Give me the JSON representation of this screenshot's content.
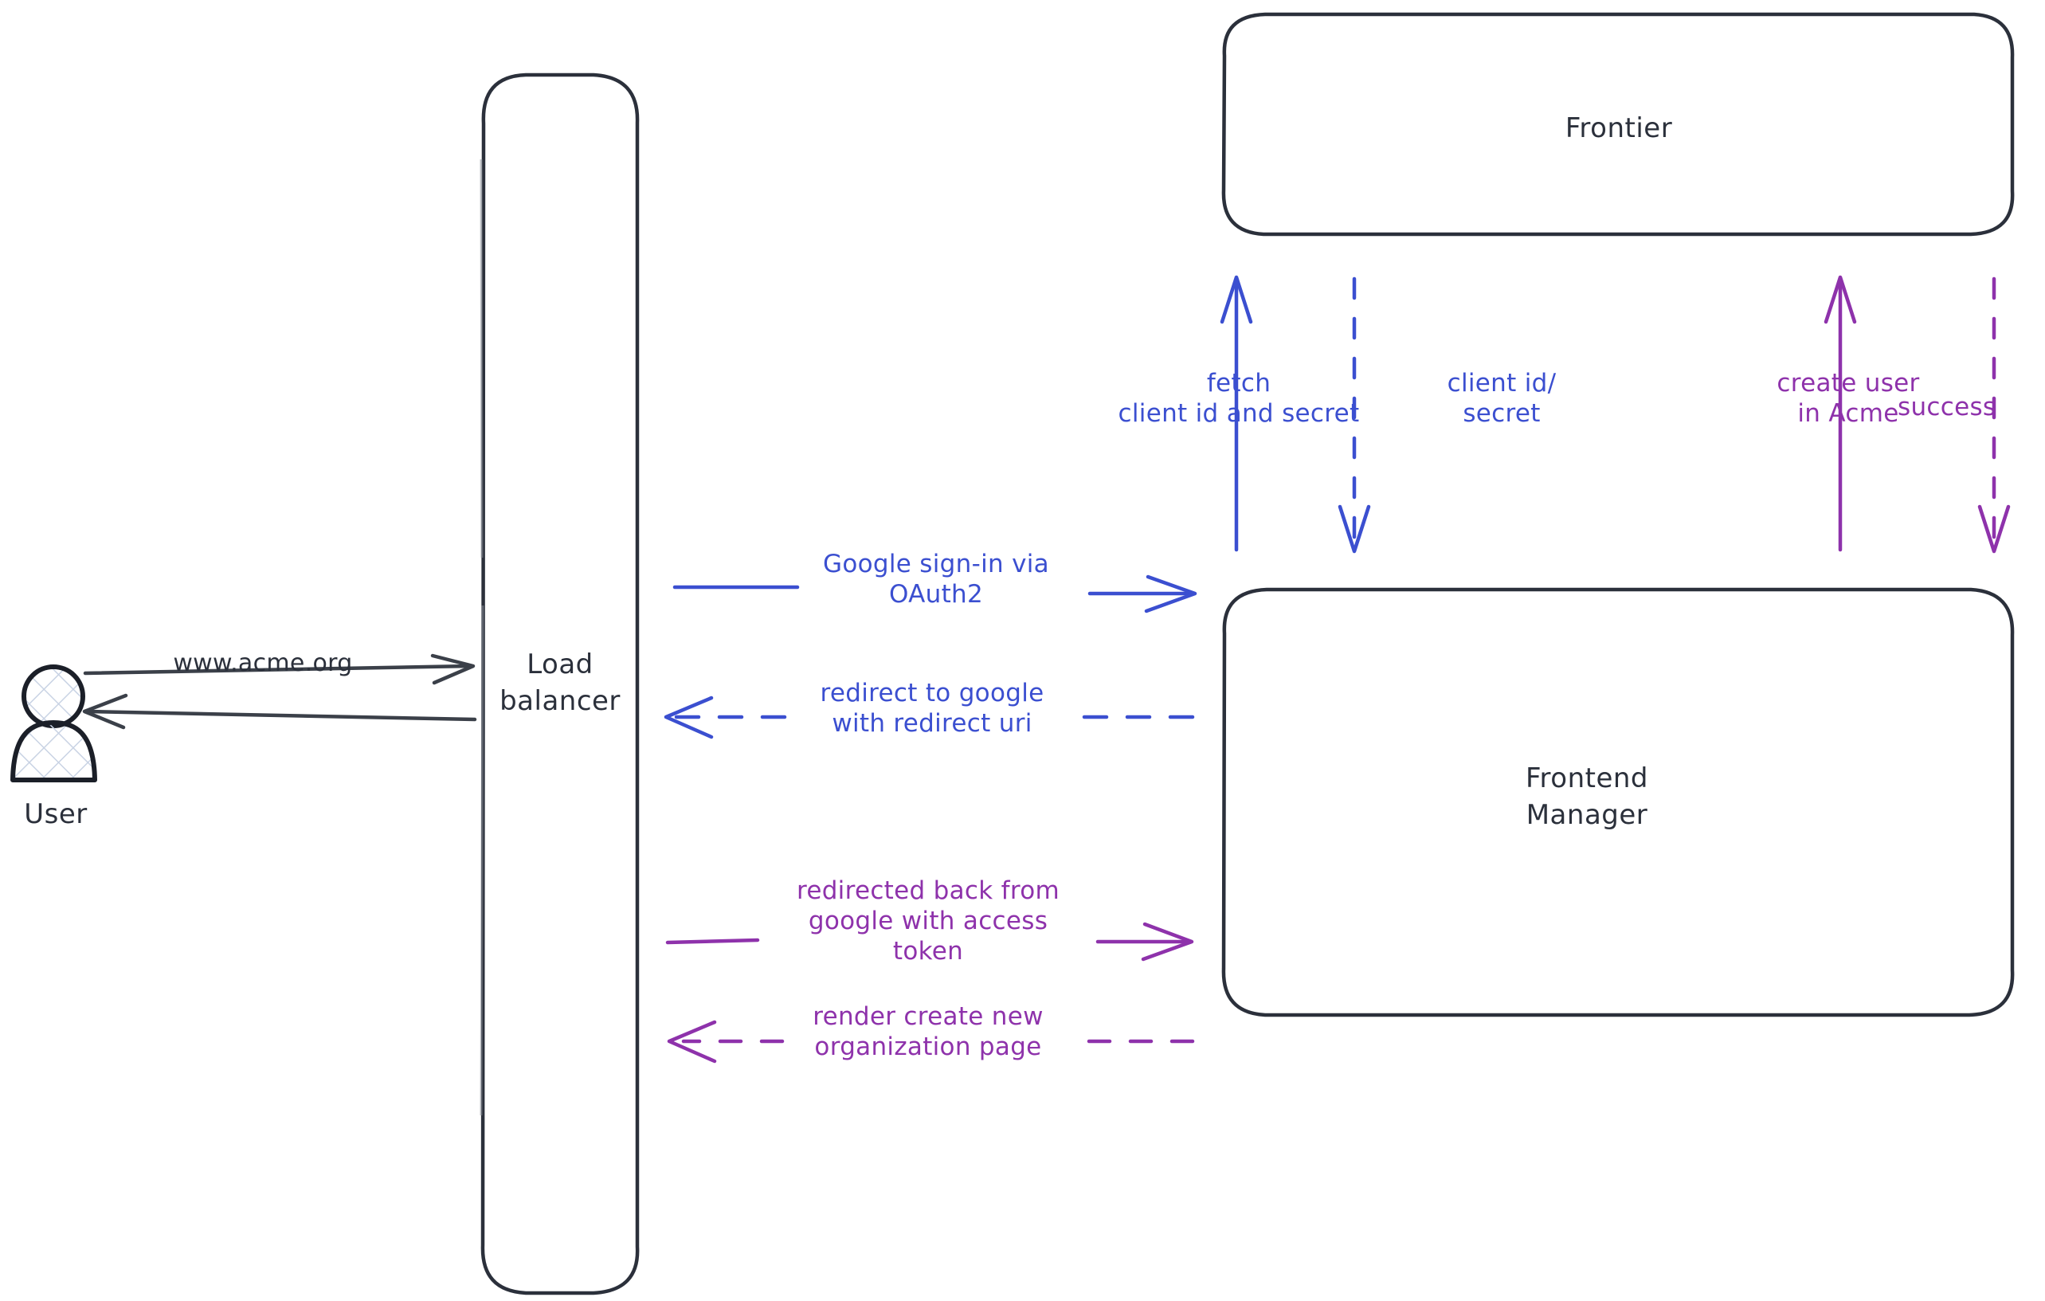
{
  "diagram": {
    "type": "sequence-architecture-diagram",
    "background_color": "#ffffff",
    "colors": {
      "stroke_dark": "#2b303b",
      "blue": "#3b4fd0",
      "purple": "#8e32ab",
      "actor_hatch": "#c9d3e4"
    },
    "actors": [
      {
        "id": "user",
        "label": "User",
        "shape": "person",
        "fill": "crosshatch"
      }
    ],
    "nodes": [
      {
        "id": "load-balancer",
        "label": "Load\nbalancer",
        "shape": "rounded-rect-tall"
      },
      {
        "id": "frontier",
        "label": "Frontier",
        "shape": "rounded-rect"
      },
      {
        "id": "frontend-manager",
        "label": "Frontend\nManager",
        "shape": "rounded-rect"
      }
    ],
    "edges": [
      {
        "id": "user-to-lb",
        "label": "www.acme.org",
        "color": "dark",
        "style": "solid",
        "direction": "right",
        "from": "user",
        "to": "load-balancer"
      },
      {
        "id": "lb-to-user",
        "label": "",
        "color": "dark",
        "style": "solid",
        "direction": "left",
        "from": "load-balancer",
        "to": "user"
      },
      {
        "id": "fm-to-frontier-fetch",
        "label": "fetch\nclient id and secret",
        "color": "blue",
        "style": "solid",
        "direction": "up",
        "from": "frontend-manager",
        "to": "frontier"
      },
      {
        "id": "frontier-to-fm-creds",
        "label": "client id/\nsecret",
        "color": "blue",
        "style": "dashed",
        "direction": "down",
        "from": "frontier",
        "to": "frontend-manager"
      },
      {
        "id": "fm-to-frontier-create-user",
        "label": "create user\nin Acme",
        "color": "purple",
        "style": "solid",
        "direction": "up",
        "from": "frontend-manager",
        "to": "frontier"
      },
      {
        "id": "frontier-to-fm-success",
        "label": "success",
        "color": "purple",
        "style": "dashed",
        "direction": "down",
        "from": "frontier",
        "to": "frontend-manager"
      },
      {
        "id": "lb-to-fm-signin",
        "label": "Google sign-in via\nOAuth2",
        "color": "blue",
        "style": "solid",
        "direction": "right",
        "from": "load-balancer",
        "to": "frontend-manager"
      },
      {
        "id": "fm-to-lb-redirect",
        "label": "redirect to google\nwith redirect uri",
        "color": "blue",
        "style": "dashed",
        "direction": "left",
        "from": "frontend-manager",
        "to": "load-balancer"
      },
      {
        "id": "lb-to-fm-token",
        "label": "redirected back from\ngoogle with access\ntoken",
        "color": "purple",
        "style": "solid",
        "direction": "right",
        "from": "load-balancer",
        "to": "frontend-manager"
      },
      {
        "id": "fm-to-lb-render",
        "label": "render create new\norganization page",
        "color": "purple",
        "style": "dashed",
        "direction": "left",
        "from": "frontend-manager",
        "to": "load-balancer"
      }
    ]
  }
}
